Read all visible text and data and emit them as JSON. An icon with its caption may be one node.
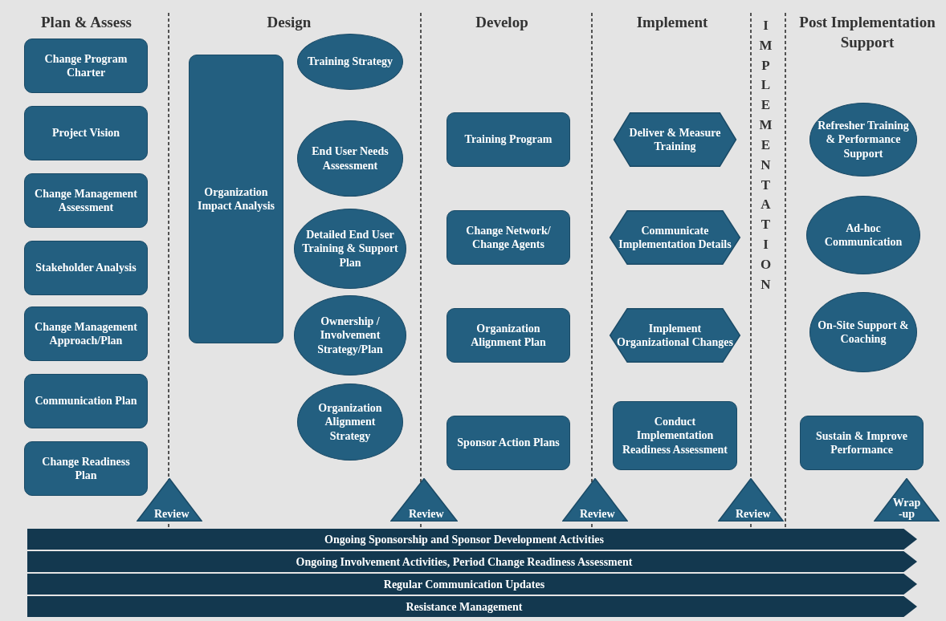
{
  "diagram": {
    "nodes": [
      {
        "text": [
          "Change Program Charter"
        ]
      },
      {
        "text": [
          "Project Vision"
        ]
      },
      {
        "text": [
          "Change Management Assessment"
        ]
      },
      {
        "text": [
          "Stakeholder Analysis"
        ]
      },
      {
        "text": [
          "Change Management Approach/Plan"
        ]
      },
      {
        "text": [
          "Communication Plan"
        ]
      },
      {
        "text": [
          "Change Readiness Plan"
        ]
      },
      {
        "text": [
          "Organization Impact Analysis"
        ]
      },
      {
        "text": [
          "Training Strategy"
        ]
      },
      {
        "text": [
          "End User Needs Assessment"
        ]
      },
      {
        "text": [
          "Detailed End User Training & Support Plan"
        ]
      },
      {
        "text": [
          "Ownership / Involvement Strategy/Plan"
        ]
      },
      {
        "text": [
          "Organization Alignment Strategy"
        ]
      },
      {
        "text": [
          "Training Program"
        ]
      },
      {
        "text": [
          "Change Network/ Change Agents"
        ]
      },
      {
        "text": [
          "Organization Alignment Plan"
        ]
      },
      {
        "text": [
          "Sponsor Action Plans"
        ]
      },
      {
        "text": [
          "Deliver & Measure Training"
        ]
      },
      {
        "text": [
          "Communicate Implementation Details"
        ]
      },
      {
        "text": [
          "Implement Organizational Changes"
        ]
      },
      {
        "text": [
          "Conduct Implementation Readiness Assessment"
        ]
      },
      {
        "text": [
          "Refresher Training & Performance Support"
        ]
      },
      {
        "text": [
          "Ad-hoc Communication"
        ]
      },
      {
        "text": [
          "On-Site Support & Coaching"
        ]
      },
      {
        "text": [
          "Sustain & Improve Performance"
        ]
      },
      {
        "text": [
          "Review"
        ]
      },
      {
        "text": [
          "Review"
        ]
      },
      {
        "text": [
          "Review"
        ]
      },
      {
        "text": [
          "Review"
        ]
      },
      {
        "text": [
          "Wrap -up"
        ]
      },
      {
        "text": [
          "Ongoing Sponsorship and Sponsor Development Activities"
        ]
      },
      {
        "text": [
          "Ongoing Involvement Activities, Period Change Readiness Assessment"
        ]
      },
      {
        "text": [
          "Regular Communication Updates"
        ]
      },
      {
        "text": [
          "Resistance Management"
        ]
      }
    ],
    "edges": [],
    "labels": [
      "Plan & Assess",
      "Design",
      "Develop",
      "Implement",
      "IMPLEMENTATION",
      "Post Implementation Support"
    ]
  }
}
